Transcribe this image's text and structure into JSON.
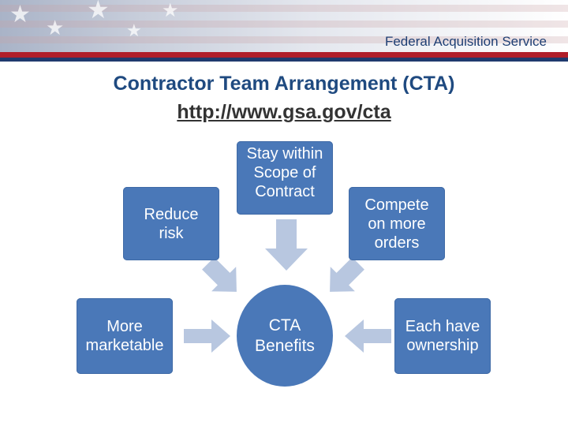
{
  "header": {
    "agency": "Federal Acquisition Service"
  },
  "slide": {
    "title": "Contractor Team Arrangement (CTA)",
    "url": "http://www.gsa.gov/cta"
  },
  "diagram": {
    "center": "CTA\nBenefits",
    "nodes": {
      "reduce_risk": "Reduce\nrisk",
      "scope": "Stay within\nScope of\nContract",
      "compete": "Compete\non more\norders",
      "marketable": "More\nmarketable",
      "ownership": "Each have\nownership"
    }
  },
  "colors": {
    "node_fill": "#4a78b8",
    "arrow_fill": "#b8c7e0",
    "title": "#1f4a80",
    "banner_red": "#b01e2a",
    "banner_navy": "#1f3a6e"
  }
}
